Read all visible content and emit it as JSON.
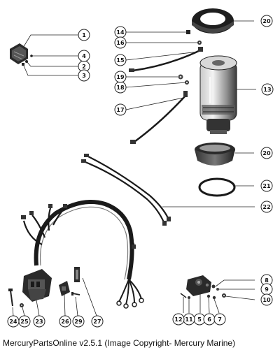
{
  "diagram": {
    "callouts": [
      {
        "id": "c1",
        "label": "1"
      },
      {
        "id": "c2",
        "label": "2"
      },
      {
        "id": "c3",
        "label": "3"
      },
      {
        "id": "c4",
        "label": "4"
      },
      {
        "id": "c5",
        "label": "5"
      },
      {
        "id": "c6",
        "label": "6"
      },
      {
        "id": "c7",
        "label": "7"
      },
      {
        "id": "c8",
        "label": "8"
      },
      {
        "id": "c9",
        "label": "9"
      },
      {
        "id": "c10",
        "label": "10"
      },
      {
        "id": "c11",
        "label": "11"
      },
      {
        "id": "c12",
        "label": "12"
      },
      {
        "id": "c13",
        "label": "13"
      },
      {
        "id": "c14",
        "label": "14"
      },
      {
        "id": "c15",
        "label": "15"
      },
      {
        "id": "c16",
        "label": "16"
      },
      {
        "id": "c17",
        "label": "17"
      },
      {
        "id": "c18",
        "label": "18"
      },
      {
        "id": "c19",
        "label": "19"
      },
      {
        "id": "c20a",
        "label": "20"
      },
      {
        "id": "c20b",
        "label": "20"
      },
      {
        "id": "c21",
        "label": "21"
      },
      {
        "id": "c22",
        "label": "22"
      },
      {
        "id": "c23",
        "label": "23"
      },
      {
        "id": "c24",
        "label": "24"
      },
      {
        "id": "c25",
        "label": "25"
      },
      {
        "id": "c26",
        "label": "26"
      },
      {
        "id": "c27",
        "label": "27"
      },
      {
        "id": "c29",
        "label": "29"
      }
    ]
  },
  "footer": {
    "caption": "MercuryPartsOnline v2.5.1 (Image Copyright- Mercury Marine)"
  }
}
